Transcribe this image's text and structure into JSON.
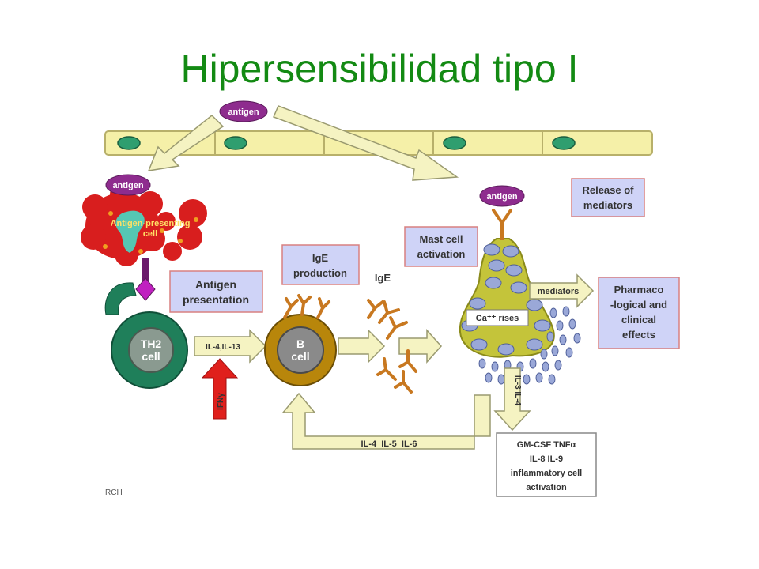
{
  "title": "Hipersensibilidad tipo I",
  "diagram": {
    "antigen_top": "antigen",
    "antigen_apc": "antigen",
    "antigen_mast": "antigen",
    "apc_label": [
      "Antigen-presenting",
      "cell"
    ],
    "antigen_presentation": [
      "Antigen",
      "presentation"
    ],
    "th2_cell": [
      "TH2",
      "cell"
    ],
    "il4_il13": "IL-4,IL-13",
    "ifn_gamma": "IFNγ",
    "b_cell": [
      "B",
      "cell"
    ],
    "ige_production": [
      "IgE",
      "production"
    ],
    "ige_label": "IgE",
    "mast_cell_activation": [
      "Mast cell",
      "activation"
    ],
    "release_of_mediators": [
      "Release of",
      "mediators"
    ],
    "ca_rises": "Ca⁺⁺ rises",
    "mediators": "mediators",
    "pharmaco_effects": [
      "Pharmaco",
      "-logical and",
      "clinical",
      "effects"
    ],
    "il3_il4": "IL-3 IL-4",
    "feedback_cytokines": "IL-4  IL-5  IL-6",
    "gmcsf_box": [
      "GM-CSF TNFα",
      "IL-8 IL-9",
      "inflammatory cell",
      "activation"
    ],
    "credit": "RCH"
  },
  "colors": {
    "title": "#138a13",
    "epithelium": "#f5f0a8",
    "nucleus": "#2f9e6f",
    "antigen": "#8e2c8e",
    "apc": "#d81e1e",
    "th2": "#1f7f5a",
    "b_cell": "#b8860b",
    "mast_cell": "#c4c43a",
    "box_fill": "#cfd3f7",
    "box_border": "#d88080",
    "arrow": "#f5f3c2",
    "ifn_arrow": "#e0201c"
  }
}
